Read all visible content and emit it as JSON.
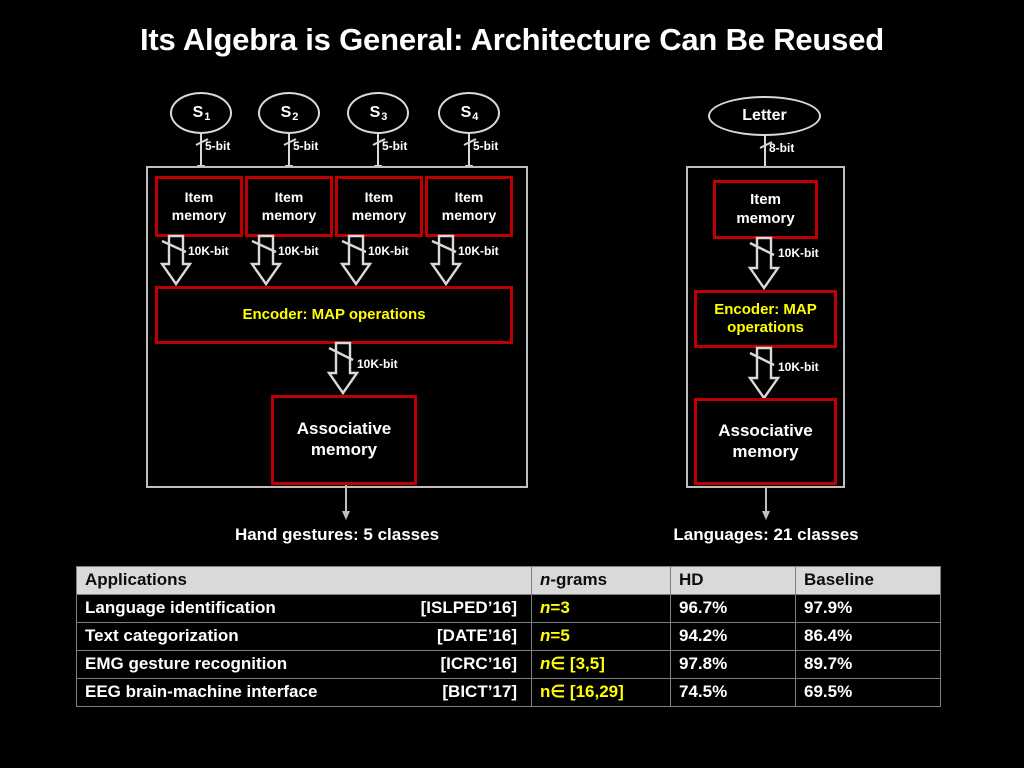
{
  "title": "Its Algebra is General: Architecture Can Be Reused",
  "left_diagram": {
    "name": "hand-gesture-architecture",
    "sources": [
      {
        "label": "S",
        "sub": "1",
        "bit_label": "5-bit"
      },
      {
        "label": "S",
        "sub": "2",
        "bit_label": "5-bit"
      },
      {
        "label": "S",
        "sub": "3",
        "bit_label": "5-bit"
      },
      {
        "label": "S",
        "sub": "4",
        "bit_label": "5-bit"
      }
    ],
    "item_memories": [
      {
        "line1": "Item",
        "line2": "memory",
        "out_bits": "10K-bit"
      },
      {
        "line1": "Item",
        "line2": "memory",
        "out_bits": "10K-bit"
      },
      {
        "line1": "Item",
        "line2": "memory",
        "out_bits": "10K-bit"
      },
      {
        "line1": "Item",
        "line2": "memory",
        "out_bits": "10K-bit"
      }
    ],
    "encoder": {
      "label": "Encoder: MAP operations",
      "out_bits": "10K-bit"
    },
    "associative_memory": {
      "line1": "Associative",
      "line2": "memory"
    },
    "caption": "Hand gestures: 5 classes"
  },
  "right_diagram": {
    "name": "language-architecture",
    "source": {
      "label": "Letter",
      "bit_label": "8-bit"
    },
    "item_memory": {
      "line1": "Item",
      "line2": "memory",
      "out_bits": "10K-bit"
    },
    "encoder": {
      "line1": "Encoder: MAP",
      "line2": "operations",
      "out_bits": "10K-bit"
    },
    "associative_memory": {
      "line1": "Associative",
      "line2": "memory"
    },
    "caption": "Languages: 21 classes"
  },
  "results_table": {
    "columns": [
      "Applications",
      "n-grams",
      "HD",
      "Baseline"
    ],
    "rows": [
      {
        "application": "Language identification",
        "reference": "[ISLPED’16]",
        "ngrams_n": "n",
        "ngrams_rest": "=3",
        "ngrams_italic": true,
        "hd": "96.7%",
        "baseline": "97.9%"
      },
      {
        "application": "Text categorization",
        "reference": "[DATE’16]",
        "ngrams_n": "n",
        "ngrams_rest": "=5",
        "ngrams_italic": true,
        "hd": "94.2%",
        "baseline": "86.4%"
      },
      {
        "application": "EMG gesture recognition",
        "reference": "[ICRC’16]",
        "ngrams_n": "n",
        "ngrams_rest": "∈ [3,5]",
        "ngrams_italic": true,
        "hd": "97.8%",
        "baseline": "89.7%"
      },
      {
        "application": "EEG brain-machine interface",
        "reference": "[BICT’17]",
        "ngrams_n": "n",
        "ngrams_rest": "∈ [16,29]",
        "ngrams_italic": false,
        "hd": "74.5%",
        "baseline": "69.5%"
      }
    ]
  },
  "colors": {
    "background": "#000000",
    "module_border": "#c00000",
    "container_border": "#bfbfbf",
    "accent_yellow": "#ffff00",
    "arrow": "#d9d9d9",
    "table_header_bg": "#d9d9d9",
    "table_header_text": "#0d0d0d",
    "text": "#ffffff"
  }
}
